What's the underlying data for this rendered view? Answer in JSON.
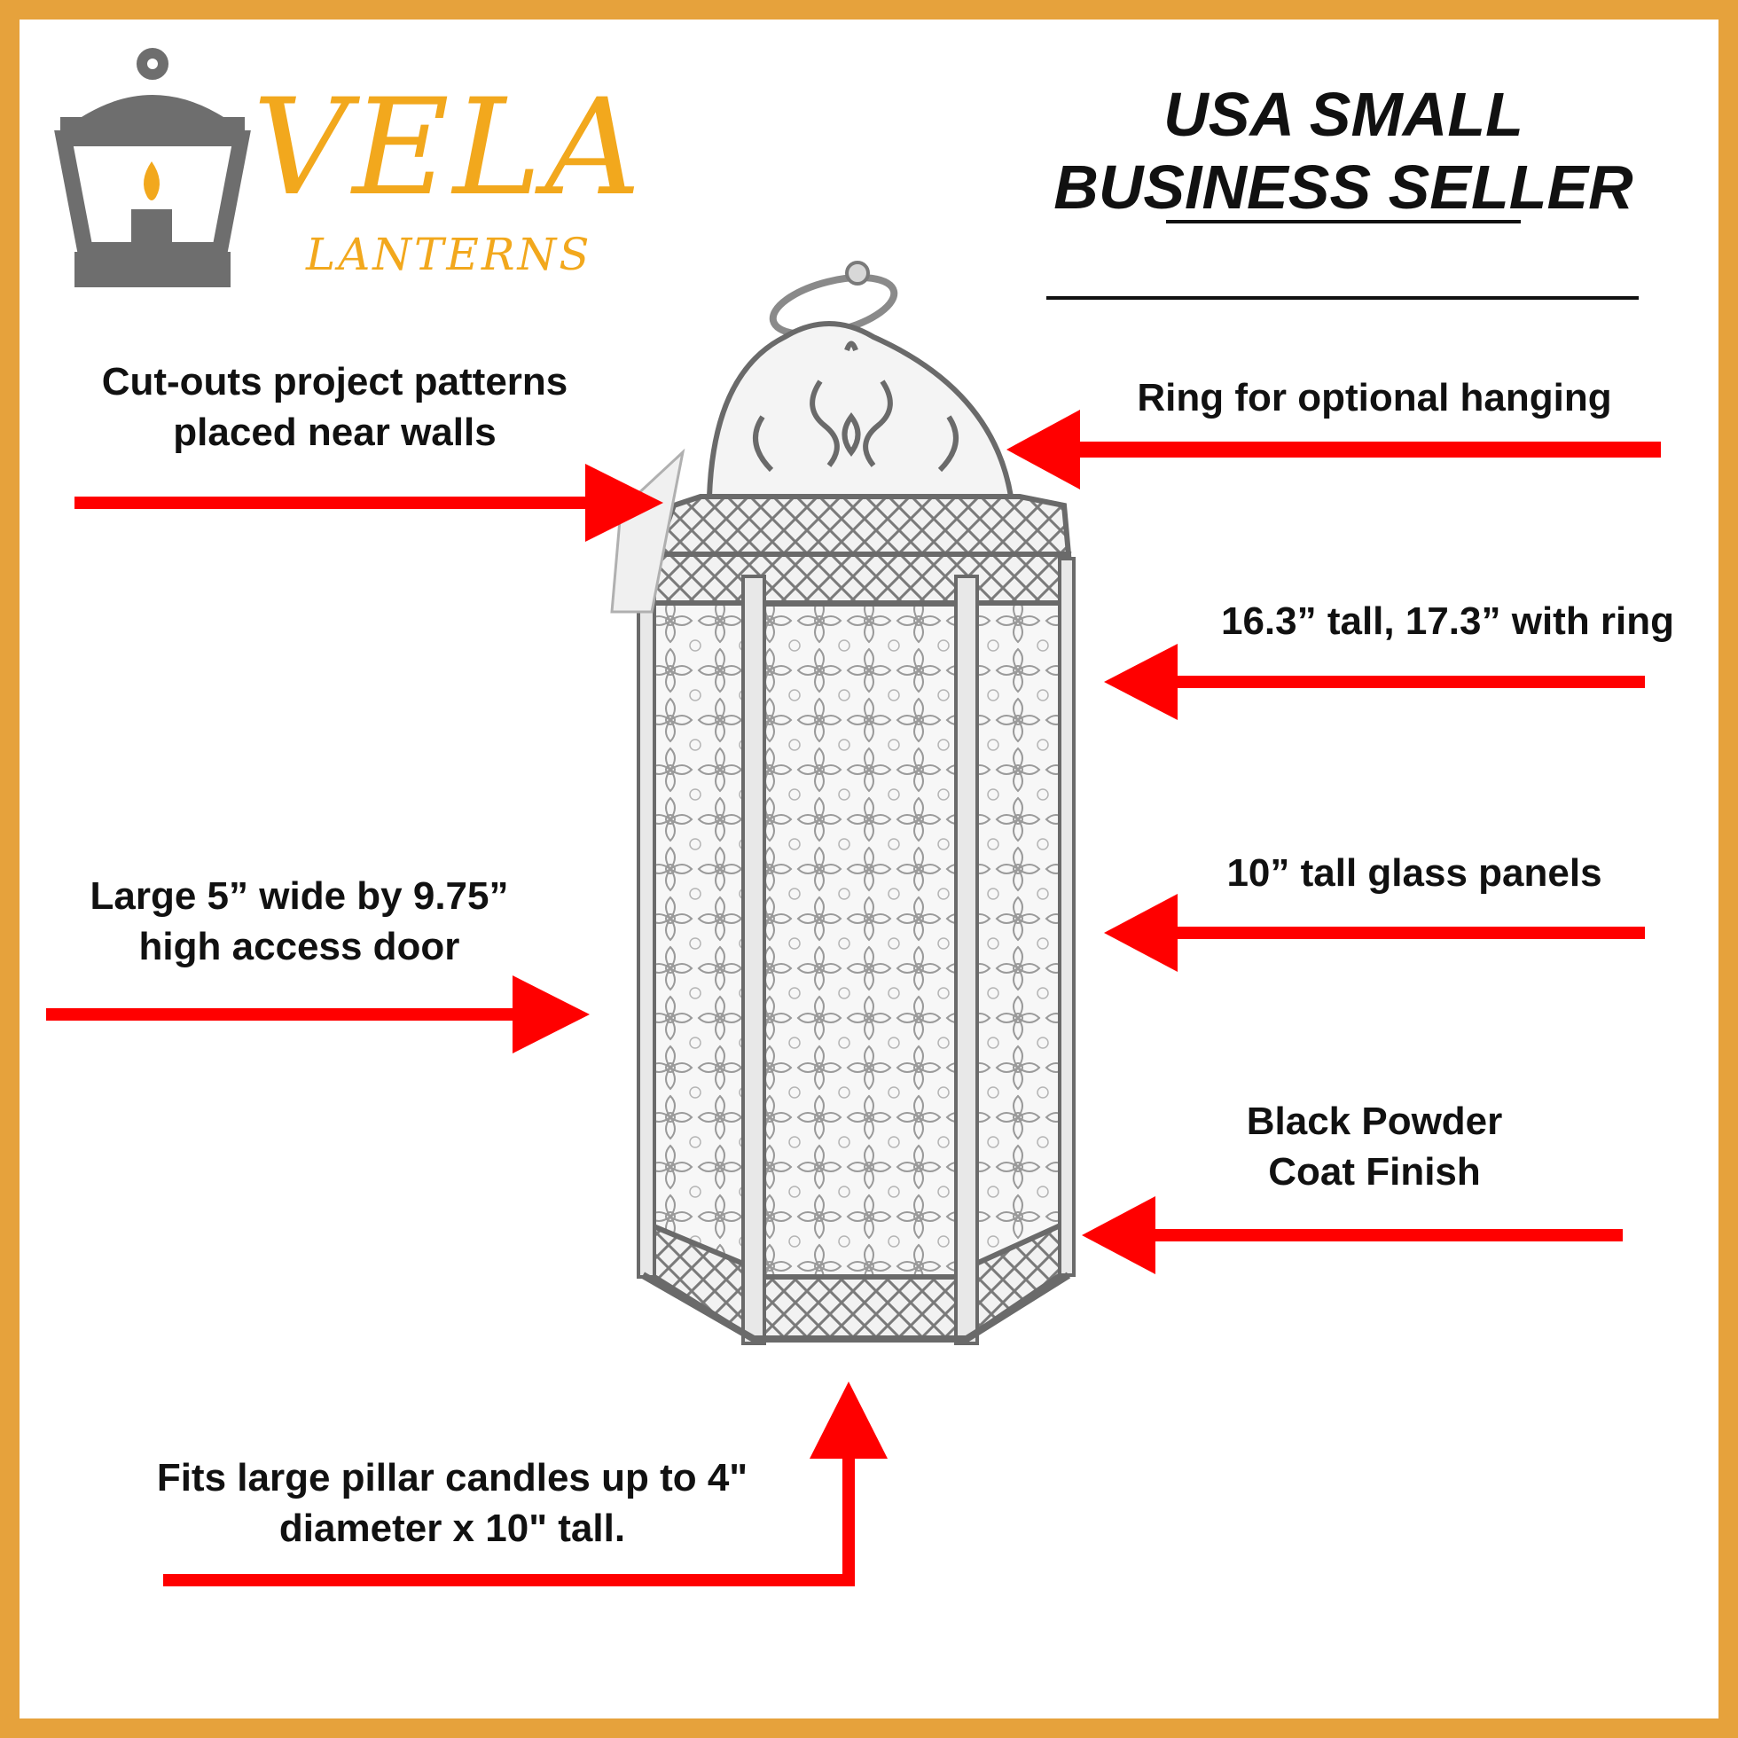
{
  "brand": {
    "name": "VELA",
    "subname": "LANTERNS",
    "logo_icon": "lantern-logo-icon"
  },
  "badge": {
    "line1": "USA SMALL",
    "line2": "BUSINESS SELLER"
  },
  "callouts": {
    "cutouts": {
      "line1": "Cut-outs project patterns",
      "line2": "placed near walls"
    },
    "ring": {
      "line1": "Ring for optional hanging"
    },
    "height": {
      "line1": "16.3” tall, 17.3” with ring"
    },
    "door": {
      "line1": "Large 5” wide by 9.75”",
      "line2": "high access door"
    },
    "glass": {
      "line1": "10” tall glass panels"
    },
    "finish": {
      "line1": "Black Powder",
      "line2": "Coat Finish"
    },
    "candles": {
      "line1": "Fits large pillar candles up to 4\"",
      "line2": "diameter x 10\" tall."
    }
  },
  "colors": {
    "frame": "#E6A23C",
    "brand": "#F2A81D",
    "logo_gray": "#6E6E6E",
    "arrow": "#FF0000",
    "text": "#111111"
  },
  "product_image": "moroccan-hexagon-lantern-illustration"
}
